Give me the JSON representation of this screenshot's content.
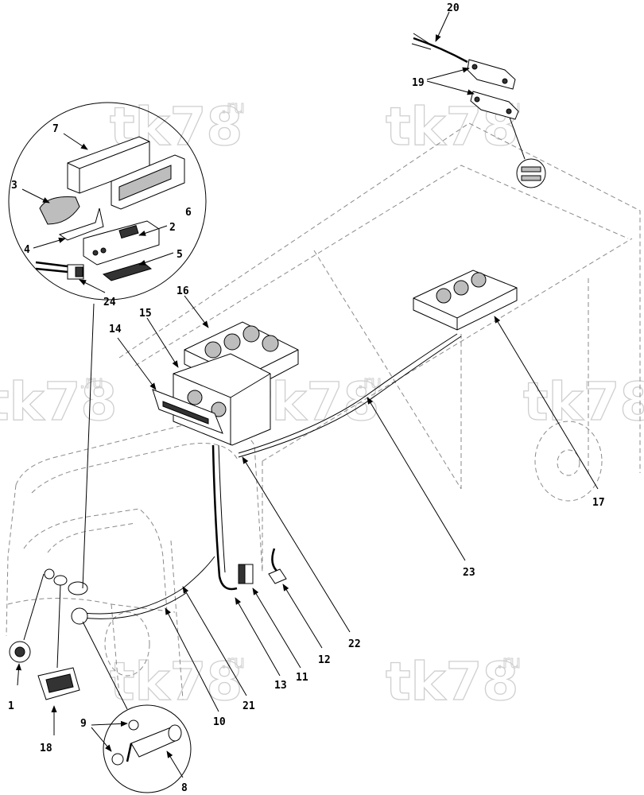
{
  "watermark": {
    "main": "tk78",
    "suffix": ".ru"
  },
  "callouts": [
    {
      "id": "c1",
      "label": "1"
    },
    {
      "id": "c2",
      "label": "2"
    },
    {
      "id": "c3",
      "label": "3"
    },
    {
      "id": "c4",
      "label": "4"
    },
    {
      "id": "c5",
      "label": "5"
    },
    {
      "id": "c6",
      "label": "6"
    },
    {
      "id": "c7",
      "label": "7"
    },
    {
      "id": "c8",
      "label": "8"
    },
    {
      "id": "c9",
      "label": "9"
    },
    {
      "id": "c10",
      "label": "10"
    },
    {
      "id": "c11",
      "label": "11"
    },
    {
      "id": "c12",
      "label": "12"
    },
    {
      "id": "c13",
      "label": "13"
    },
    {
      "id": "c14",
      "label": "14"
    },
    {
      "id": "c15",
      "label": "15"
    },
    {
      "id": "c16",
      "label": "16"
    },
    {
      "id": "c17",
      "label": "17"
    },
    {
      "id": "c18",
      "label": "18"
    },
    {
      "id": "c19",
      "label": "19"
    },
    {
      "id": "c20",
      "label": "20"
    },
    {
      "id": "c21",
      "label": "21"
    },
    {
      "id": "c22",
      "label": "22"
    },
    {
      "id": "c23",
      "label": "23"
    },
    {
      "id": "c24",
      "label": "24"
    }
  ],
  "colors": {
    "ink": "#000000",
    "outline": "#8a8a8a",
    "watermark": "#cfcfcf"
  }
}
